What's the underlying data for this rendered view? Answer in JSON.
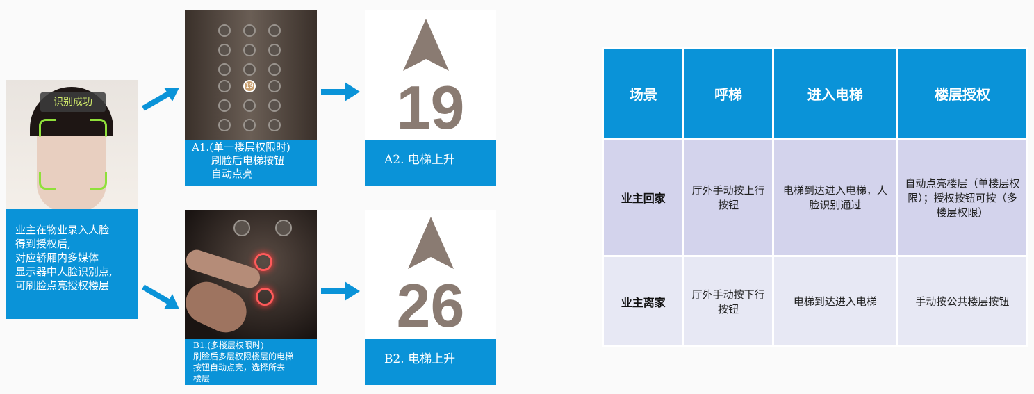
{
  "left": {
    "badge": "识别成功",
    "description": [
      "业主在物业录入人脸",
      "得到授权后,",
      "对应轿厢内多媒体",
      "显示器中人脸识别点,",
      "可刷脸点亮授权楼层"
    ]
  },
  "a1": {
    "caption": [
      "A1.(单一楼层权限时)",
      "刷脸后电梯按钮",
      "自动点亮"
    ],
    "lit_floor": "19"
  },
  "a2": {
    "floor": "19",
    "caption": "A2. 电梯上升"
  },
  "b1": {
    "caption": [
      "B1.(多楼层权限时)",
      "刷脸后多层权限楼层的电梯",
      "按钮自动点亮，选择所去",
      "楼层"
    ]
  },
  "b2": {
    "floor": "26",
    "caption": "B2. 电梯上升"
  },
  "table": {
    "headers": [
      "场景",
      "呼梯",
      "进入电梯",
      "楼层授权"
    ],
    "rows": [
      [
        "业主回家",
        "厅外手动按上行按钮",
        "电梯到达进入电梯，人脸识别通过",
        "自动点亮楼层（单楼层权限）；授权按钮可按（多楼层权限）"
      ],
      [
        "业主离家",
        "厅外手动按下行按钮",
        "电梯到达进入电梯",
        "手动按公共楼层按钮"
      ]
    ]
  },
  "colors": {
    "blue": "#0a93d8",
    "row1": "#d3d3ec",
    "row2": "#e7e8f4",
    "arrow_up": "#8a7b72"
  }
}
